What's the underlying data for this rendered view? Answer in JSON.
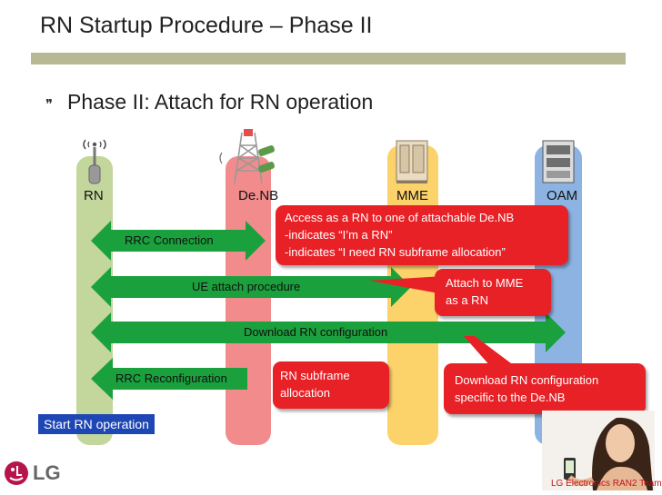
{
  "title": "RN Startup Procedure – Phase II",
  "subtitle": "Phase II: Attach for RN operation",
  "nodes": {
    "rn": "RN",
    "denb": "De.NB",
    "mme": "MME",
    "oam": "OAM"
  },
  "arrows": {
    "rrc_connection": "RRC Connection",
    "ue_attach": "UE attach procedure",
    "download_rn_config": "Download RN configuration",
    "rrc_reconfiguration": "RRC Reconfiguration"
  },
  "callouts": {
    "access_line1": "Access as a RN to one of attachable De.NB",
    "access_line2": "-indicates “I’m a RN”",
    "access_line3": "-indicates “I need RN subframe allocation”",
    "attach_mme_line1": "Attach to MME",
    "attach_mme_line2": "as a RN",
    "subframe_line1": "RN subframe",
    "subframe_line2": "allocation",
    "download_specific_line1": "Download RN configuration",
    "download_specific_line2": "specific to the De.NB"
  },
  "start_button": "Start RN operation",
  "logo_text": "LG",
  "footer": "LG Electronics RAN2 Team",
  "colors": {
    "rn_column": "#c3d69b",
    "denb_column": "#f28c8c",
    "mme_column": "#fcd36a",
    "oam_column": "#8db3e2",
    "arrow_green": "#1aa03c",
    "callout_red": "#e82127",
    "title_bar": "#b7b894",
    "button_blue": "#1e46b4"
  }
}
